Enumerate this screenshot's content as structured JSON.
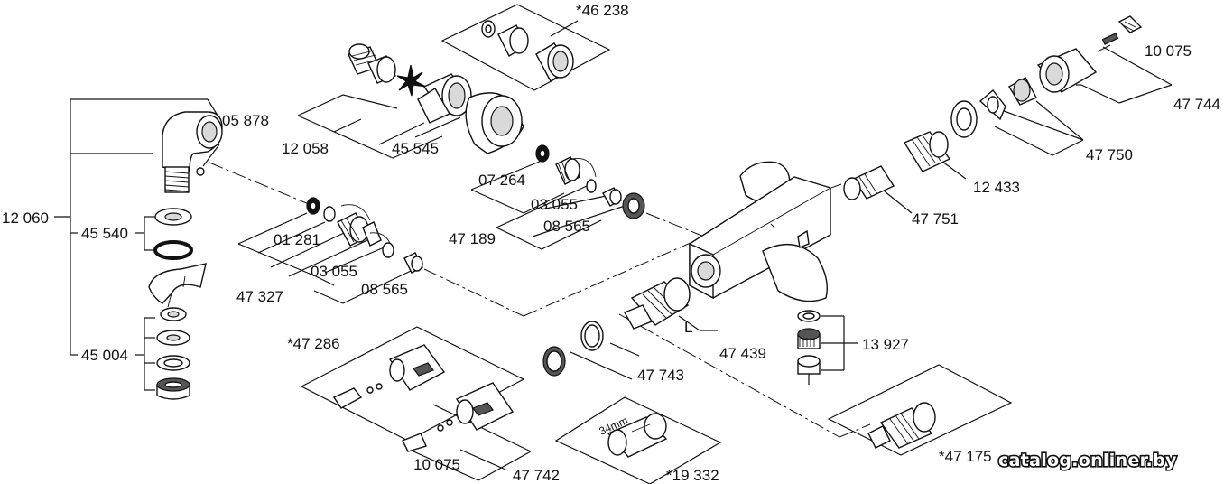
{
  "diagram": {
    "labels": {
      "p12060": "12 060",
      "p45540": "45 540",
      "p45004": "45 004",
      "p05878": "05 878",
      "p12058": "12 058",
      "p45545": "45 545",
      "p46238": "*46 238",
      "p07264": "07 264",
      "p03055a": "03 055",
      "p47189": "47 189",
      "p08565a": "08 565",
      "p01281": "01 281",
      "p03055b": "03 055",
      "p47327": "47 327",
      "p08565b": "08 565",
      "p10075a": "10 075",
      "p47744": "47 744",
      "p47750": "47 750",
      "p12433": "12 433",
      "p47751": "47 751",
      "pL": "L",
      "p47439": "47 439",
      "p13927": "13 927",
      "p47286": "*47 286",
      "p47743": "47 743",
      "p47175": "*47 175",
      "p10075b": "10 075",
      "p47742": "47 742",
      "p19332": "*19 332",
      "size34": "34mm"
    },
    "watermark": "catalog.onliner.by"
  }
}
